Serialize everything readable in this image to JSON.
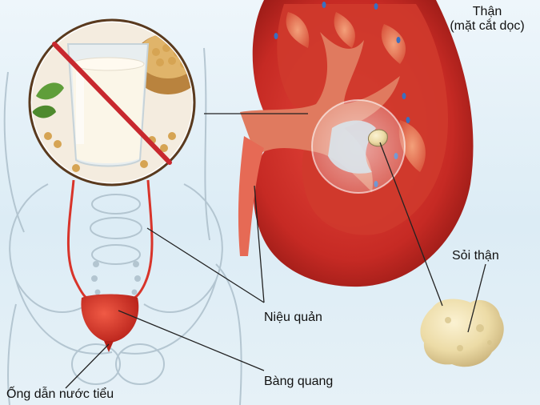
{
  "labels": {
    "kidney_title": "Thận",
    "kidney_subtitle": "(mặt cắt dọc)",
    "kidney_stone": "Sỏi thận",
    "ureter": "Niệu quản",
    "bladder": "Bàng quang",
    "urethra": "Ống dẫn nước tiểu"
  },
  "colors": {
    "kidney_red": "#c62a24",
    "bladder_red": "#d6322a",
    "stone": "#efe0b0",
    "no_sign": "#c8282e",
    "background": "#dcecf5"
  },
  "icons": {
    "prohibition": "no-soy-milk-icon"
  }
}
